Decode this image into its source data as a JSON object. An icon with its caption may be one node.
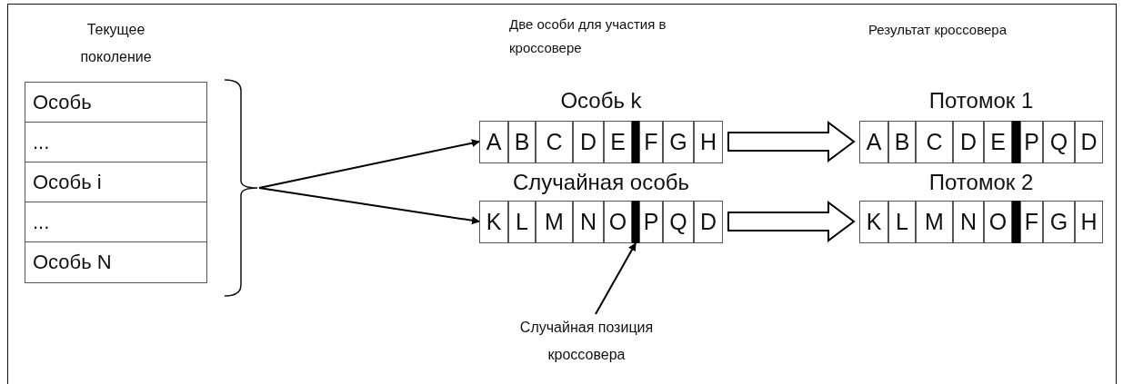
{
  "diagram": {
    "nodes": [
      {
        "text": [
          "Текущее поколение"
        ]
      },
      {
        "text": [
          "Особь"
        ],
        "in": 0
      },
      {
        "text": [
          "..."
        ],
        "in": 0
      },
      {
        "text": [
          "Особь i"
        ],
        "in": 0
      },
      {
        "text": [
          "..."
        ],
        "in": 0
      },
      {
        "text": [
          "Особь N"
        ],
        "in": 0
      },
      {
        "text": [],
        "shape": "brace"
      },
      {
        "text": [
          "Особь k"
        ]
      },
      {
        "text": [
          "A"
        ],
        "in": 7
      },
      {
        "text": [
          "B"
        ],
        "in": 7
      },
      {
        "text": [
          "C"
        ],
        "in": 7
      },
      {
        "text": [
          "D"
        ],
        "in": 7
      },
      {
        "text": [
          "E"
        ],
        "in": 7
      },
      {
        "text": [
          "F"
        ],
        "in": 7
      },
      {
        "text": [
          "G"
        ],
        "in": 7
      },
      {
        "text": [
          "H"
        ],
        "in": 7
      },
      {
        "text": [
          "Случайная особь"
        ]
      },
      {
        "text": [
          "K"
        ],
        "in": 16
      },
      {
        "text": [
          "L"
        ],
        "in": 16
      },
      {
        "text": [
          "M"
        ],
        "in": 16
      },
      {
        "text": [
          "N"
        ],
        "in": 16
      },
      {
        "text": [
          "O"
        ],
        "in": 16
      },
      {
        "text": [],
        "shape": "bar",
        "in": 16
      },
      {
        "text": [
          "P"
        ],
        "in": 16
      },
      {
        "text": [
          "Q"
        ],
        "in": 16
      },
      {
        "text": [
          "D"
        ],
        "in": 16
      },
      {
        "text": [
          "Потомок 1"
        ]
      },
      {
        "text": [
          "A"
        ],
        "in": 26
      },
      {
        "text": [
          "B"
        ],
        "in": 26
      },
      {
        "text": [
          "C"
        ],
        "in": 26
      },
      {
        "text": [
          "D"
        ],
        "in": 26
      },
      {
        "text": [
          "E"
        ],
        "in": 26
      },
      {
        "text": [
          "P"
        ],
        "in": 26
      },
      {
        "text": [
          "Q"
        ],
        "in": 26
      },
      {
        "text": [
          "D"
        ],
        "in": 26
      },
      {
        "text": [
          "Потомок 2"
        ]
      },
      {
        "text": [
          "K"
        ],
        "in": 35
      },
      {
        "text": [
          "L"
        ],
        "in": 35
      },
      {
        "text": [
          "M"
        ],
        "in": 35
      },
      {
        "text": [
          "N"
        ],
        "in": 35
      },
      {
        "text": [
          "O"
        ],
        "in": 35
      },
      {
        "text": [
          "F"
        ],
        "in": 35
      },
      {
        "text": [
          "G"
        ],
        "in": 35
      },
      {
        "text": [
          "H"
        ],
        "in": 35
      },
      {
        "text": [
          "Случайная позиция кроссовера"
        ]
      }
    ],
    "edges": [
      {
        "from": 6,
        "to": 7,
        "arrow": "to"
      },
      {
        "from": 6,
        "to": 16,
        "arrow": "to"
      },
      {
        "from": 7,
        "to": 26,
        "arrow": "to",
        "style": "thick"
      },
      {
        "from": 16,
        "to": 35,
        "arrow": "to",
        "style": "thick"
      },
      {
        "from": 44,
        "to": 22,
        "arrow": "to"
      }
    ],
    "labels": [
      "Две особи для участия в кроссовере",
      "Результат кроссовера"
    ]
  }
}
